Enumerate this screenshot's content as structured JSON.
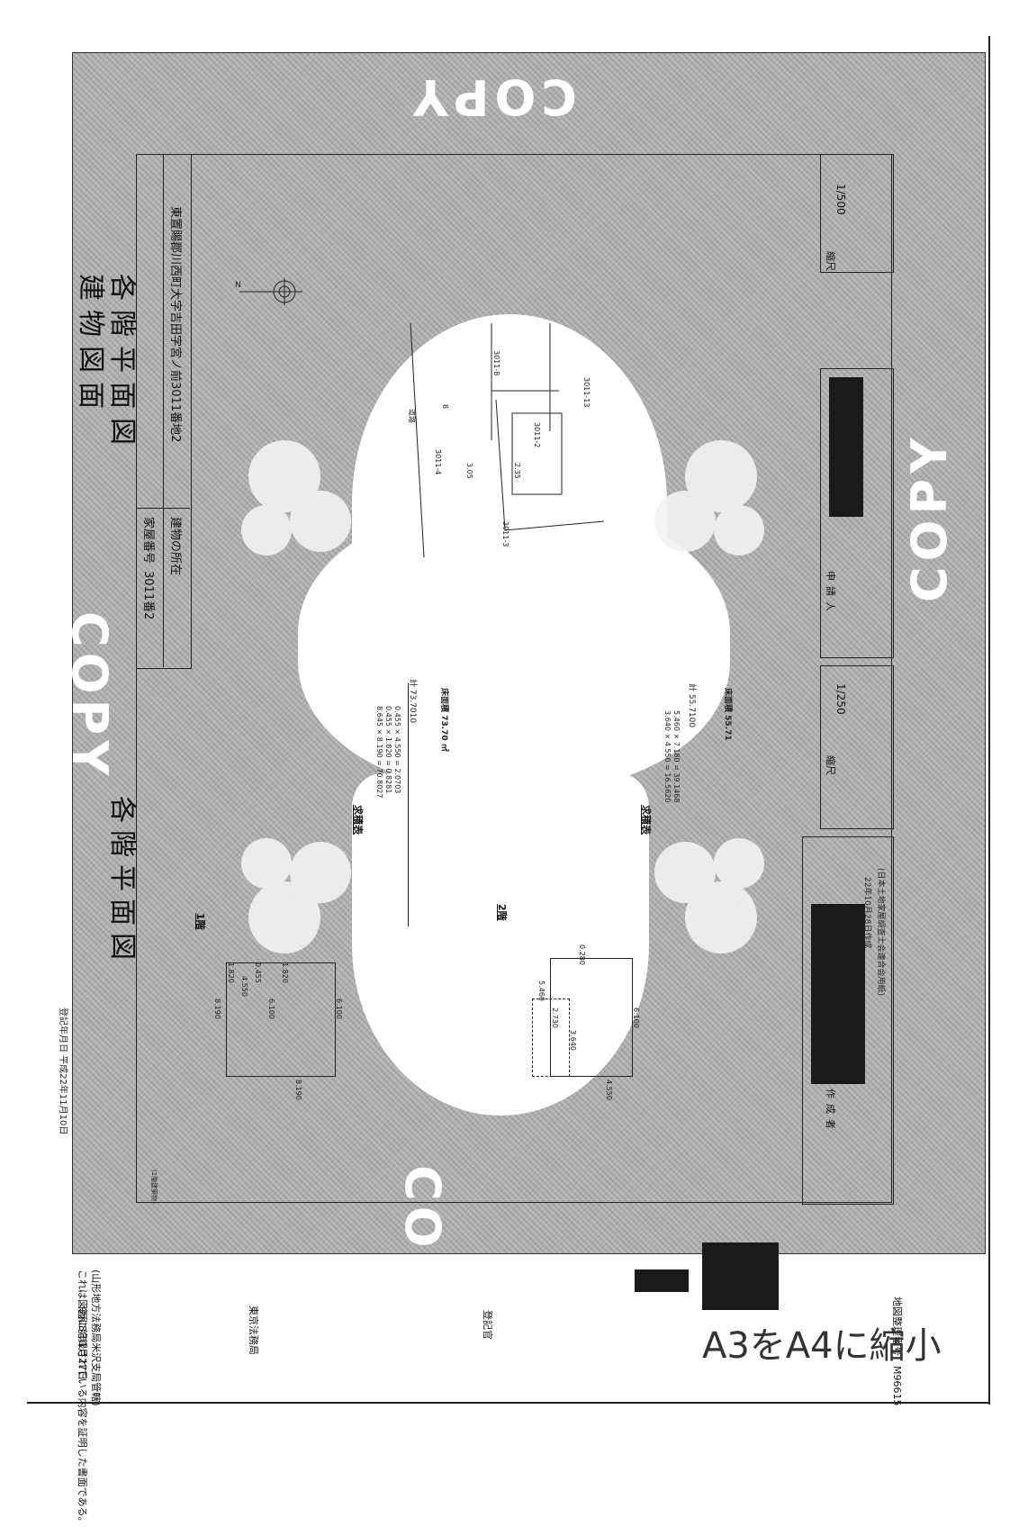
{
  "document": {
    "title_top": "建物図面",
    "title_sub": "各階平面図",
    "title_left": "各階平面図",
    "house_number_label": "家屋番号",
    "house_number_value": "3011番2",
    "location_label": "建物の所在",
    "location_value": "東置賜郡川西町大字吉田字宮ノ前3011番地2",
    "scale_label": "縮尺",
    "scale_main": "1/500",
    "scale_plan": "1/250",
    "applicant_label": "申請人",
    "creator_label": "作成者",
    "date_line": "22年10月28日作成",
    "org_line": "(日本土地家屋調査士会連合会用紙)",
    "registration_date": "登記年月日 平成22年11月10日",
    "certificate_text": "これは図面に記録されている内容を証明した書面である。",
    "certificate_office": "(山形地方法務局米沢支局管轄)",
    "certificate_date": "令和8年1月27日",
    "certificate_issuer": "東京法務局",
    "registrar_label": "登記官",
    "map_number": "地図整理番号：M96615",
    "footnote_left": "(1階建築物)",
    "reduction_note": "A3をA4に縮小",
    "copy_mark": "COPY"
  },
  "site_map": {
    "lots": [
      "3011-8",
      "3011-2",
      "3011-13",
      "3011-3",
      "3011-4"
    ],
    "road_label": "道路",
    "dims": [
      "3.05",
      "2.35",
      "8"
    ]
  },
  "floor1": {
    "label": "1階",
    "area_table_title": "求積表",
    "rows": [
      {
        "a": "8.645",
        "b": "8.190",
        "r": "70.8027"
      },
      {
        "a": "0.455",
        "b": "1.820",
        "r": "0.8281"
      },
      {
        "a": "0.455",
        "b": "4.550",
        "r": "2.0703"
      }
    ],
    "total_label": "計",
    "total_value": "73.7010",
    "floor_area_label": "床面積",
    "floor_area_value": "73.70",
    "unit": "㎡",
    "dims": [
      "8.190",
      "1.820",
      "4.550",
      "0.455",
      "6.100",
      "1.820",
      "8.190",
      "6.100"
    ]
  },
  "floor2": {
    "label": "2階",
    "area_table_title": "求積表",
    "rows": [
      {
        "a": "3.640",
        "b": "4.550",
        "r": "16.5620"
      },
      {
        "a": "5.460",
        "b": "7.180",
        "r": "39.1468"
      }
    ],
    "total_label": "計",
    "total_value": "55.7100",
    "floor_area_label": "床面積",
    "floor_area_value": "55.71",
    "dims": [
      "5.460",
      "2.730",
      "3.640",
      "4.550",
      "6.100",
      "0.280"
    ]
  }
}
